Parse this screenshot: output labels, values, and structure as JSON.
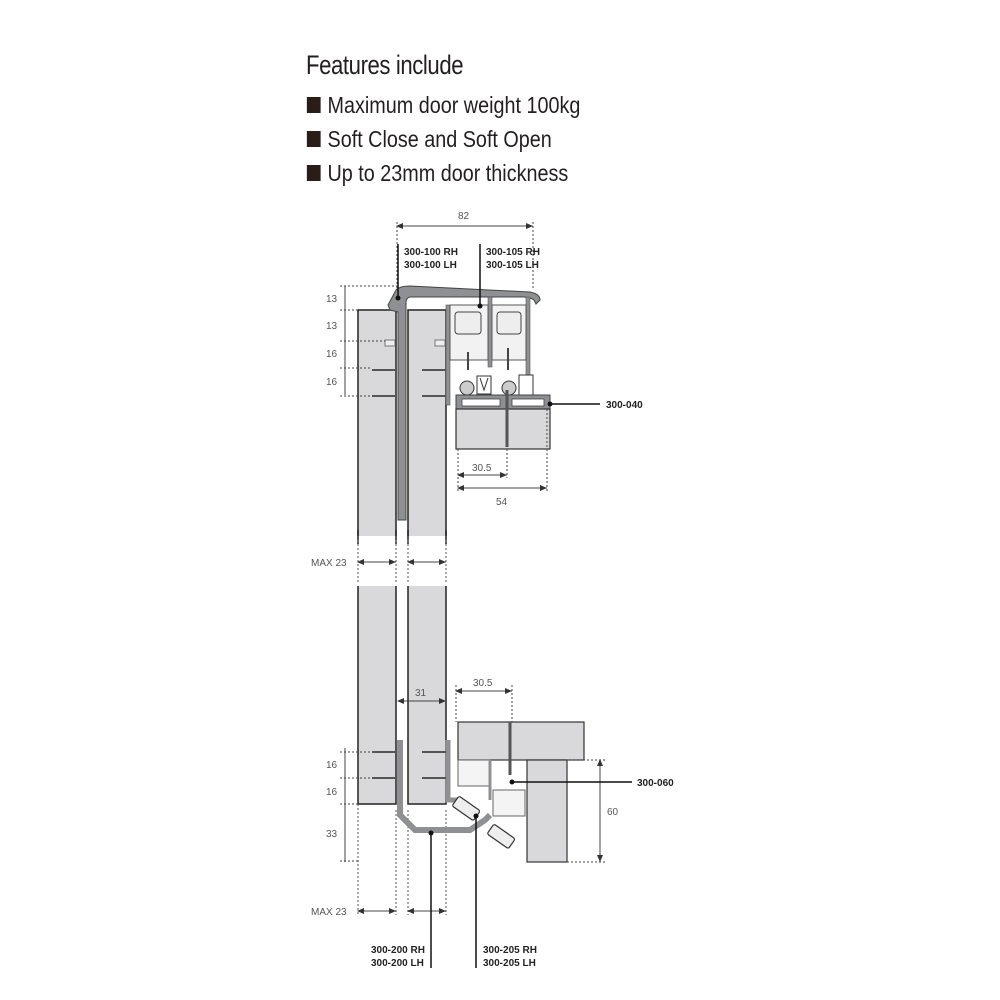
{
  "features": {
    "title": "Features include",
    "items": [
      "Maximum door weight 100kg",
      "Soft Close and Soft Open",
      "Up to 23mm door thickness"
    ],
    "bullet_color": "#2a1c16"
  },
  "dimensions": {
    "top_width": "82",
    "top_left_stack": [
      "13",
      "13",
      "16",
      "16"
    ],
    "top_track_offset": "30.5",
    "top_track_width": "54",
    "mid_max_thickness": "MAX 23",
    "bottom_gap": "31",
    "bottom_track_offset": "30.5",
    "bottom_left_stack": [
      "16",
      "16",
      "33"
    ],
    "bottom_height": "60",
    "bottom_max_thickness": "MAX 23"
  },
  "parts": {
    "top_profile_rh": "300-100 RH",
    "top_profile_lh": "300-100 LH",
    "top_carrier_rh": "300-105 RH",
    "top_carrier_lh": "300-105 LH",
    "top_track": "300-040",
    "bottom_track": "300-060",
    "bottom_profile_rh": "300-200 RH",
    "bottom_profile_lh": "300-200 LH",
    "bottom_guide_rh": "300-205 RH",
    "bottom_guide_lh": "300-205 LH"
  },
  "colors": {
    "panel": "#d9d9db",
    "profile": "#8e9094",
    "line": "#222222",
    "dim": "#666666"
  }
}
